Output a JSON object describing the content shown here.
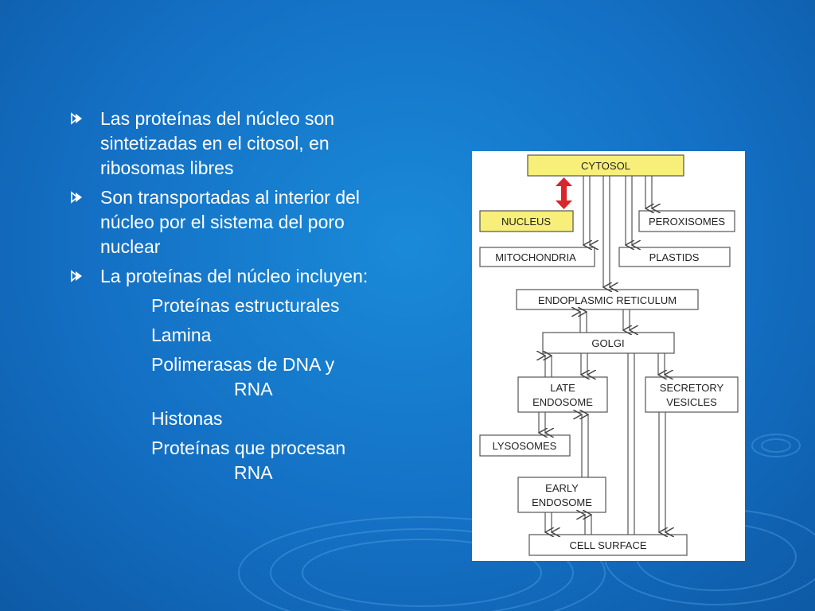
{
  "bullets": [
    {
      "text": "Las proteínas del núcleo son sintetizadas en el citosol, en ribosomas libres"
    },
    {
      "text": "Son transportadas al interior del núcleo por el sistema del poro nuclear"
    },
    {
      "text": "La proteínas del núcleo incluyen:"
    }
  ],
  "sub_items": [
    {
      "text": "Proteínas estructurales",
      "cont": ""
    },
    {
      "text": "Lamina",
      "cont": ""
    },
    {
      "text": "Polimerasas de DNA y",
      "cont": "RNA"
    },
    {
      "text": "Histonas",
      "cont": ""
    },
    {
      "text": "Proteínas que procesan",
      "cont": "RNA"
    }
  ],
  "diagram": {
    "cytosol": "CYTOSOL",
    "nucleus": "NUCLEUS",
    "peroxisomes": "PEROXISOMES",
    "mitochondria": "MITOCHONDRIA",
    "plastids": "PLASTIDS",
    "er": "ENDOPLASMIC RETICULUM",
    "golgi": "GOLGI",
    "late_endosome_1": "LATE",
    "late_endosome_2": "ENDOSOME",
    "secretory_1": "SECRETORY",
    "secretory_2": "VESICLES",
    "lysosomes": "LYSOSOMES",
    "early_endosome_1": "EARLY",
    "early_endosome_2": "ENDOSOME",
    "cell_surface": "CELL SURFACE"
  },
  "colors": {
    "background": "#1470c4",
    "highlight_box": "#f7ef7a",
    "gate_arrow": "#d8262c"
  }
}
